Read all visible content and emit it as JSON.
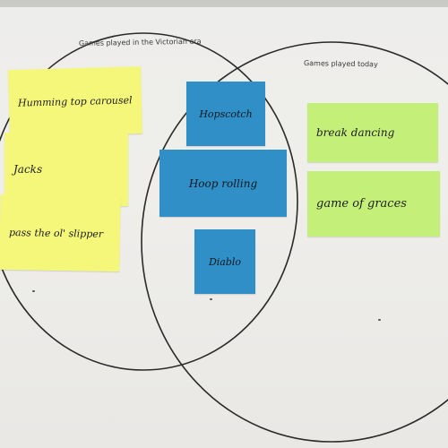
{
  "venn": {
    "left_label": "Games played in the Victorian era",
    "right_label": "Games played today"
  },
  "notes": {
    "humming_top": "Humming top carousel",
    "jacks": "Jacks",
    "slipper": "pass the ol' slipper",
    "hopscotch": "Hopscotch",
    "hoop_rolling": "Hoop rolling",
    "diablo": "Diablo",
    "break_dancing": "break dancing",
    "game_of_graces": "game of graces"
  },
  "colors": {
    "yellow_note": "#f5f77a",
    "green_note": "#c4f07a",
    "blue_note": "#2f8fc6",
    "circle_line": "#2a2a2a",
    "paper": "#eeede9"
  }
}
